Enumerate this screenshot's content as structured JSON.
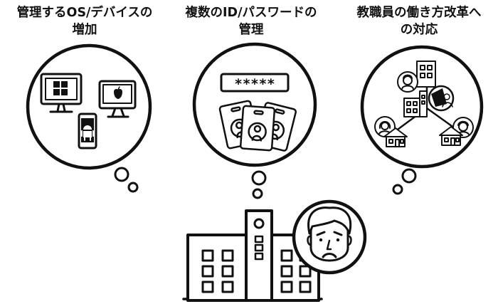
{
  "titles": [
    {
      "line1": "管理するOS/デバイスの",
      "line2": "増加"
    },
    {
      "line1": "複数のID/パスワードの",
      "line2": "管理"
    },
    {
      "line1": "教職員の働き方改革へ",
      "line2": "の対応"
    }
  ],
  "password_mask": "*****",
  "icons": {
    "bubble1": [
      "windows-monitor-icon",
      "apple-imac-icon",
      "android-phone-icon"
    ],
    "bubble2": [
      "password-field-icon",
      "id-card-icon"
    ],
    "bubble3": [
      "school-building-icon",
      "teacher-laptop-icon",
      "home-icon",
      "person-face-icon"
    ],
    "bottom": [
      "school-building-icon",
      "worried-face-icon"
    ]
  },
  "colors": {
    "stroke": "#111111",
    "background": "#ffffff"
  }
}
